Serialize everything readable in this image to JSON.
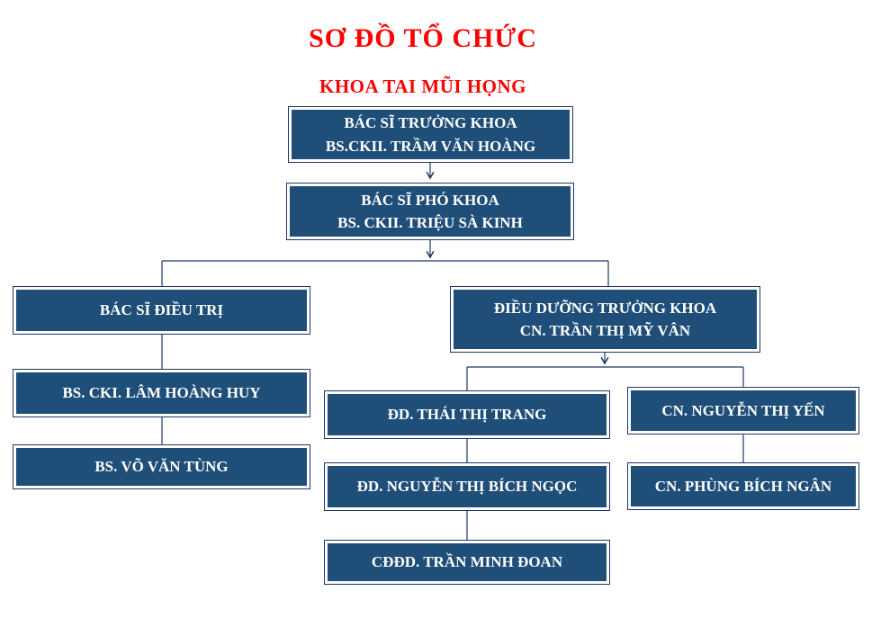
{
  "title": "SƠ ĐỒ TỔ CHỨC",
  "subtitle": "KHOA TAI MŨI HỌNG",
  "colors": {
    "title_color": "#FF0000",
    "box_fill": "#1F4E79",
    "box_text": "#FFFFFF",
    "line_color": "#1F3864"
  },
  "nodes": {
    "head": {
      "role": "BÁC SĨ TRƯỞNG KHOA",
      "person": "BS.CKII. TRẦM VĂN HOÀNG"
    },
    "deputy": {
      "role": "BÁC SĨ  PHÓ KHOA",
      "person": "BS. CKII. TRIỆU SÀ KINH"
    },
    "doctors_group": {
      "role": "BÁC SĨ ĐIỀU TRỊ"
    },
    "doctor_1": {
      "person": "BS. CKI. LÂM HOÀNG HUY"
    },
    "doctor_2": {
      "person": "BS. VÕ VĂN TÙNG"
    },
    "head_nurse": {
      "role": "ĐIỀU DƯỠNG TRƯỞNG KHOA",
      "person": "CN. TRẦN THỊ MỸ VÂN"
    },
    "nurse_1": {
      "person": "ĐD. THÁI THỊ TRANG"
    },
    "nurse_2": {
      "person": "ĐD. NGUYỄN THỊ BÍCH NGỌC"
    },
    "nurse_3": {
      "person": "CĐĐD. TRẦN MINH ĐOAN"
    },
    "nurse_4": {
      "person": "CN. NGUYỄN THỊ YẾN"
    },
    "nurse_5": {
      "person": "CN. PHÙNG BÍCH NGÂN"
    }
  }
}
